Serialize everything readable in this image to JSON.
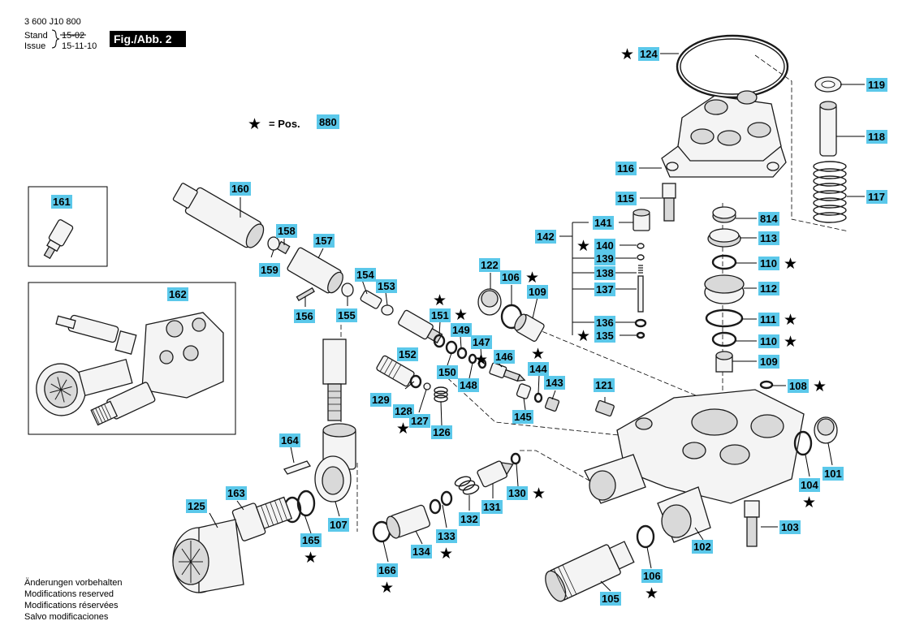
{
  "header": {
    "doc_number": "3 600 J10 800",
    "stand_label": "Stand",
    "stand_value": "15-02",
    "issue_label": "Issue",
    "issue_value": "15-11-10",
    "fig_label": "Fig./Abb. 2"
  },
  "legend": {
    "star_symbol": "★",
    "equals_text": "=  Pos.",
    "pos_number": "880"
  },
  "footer": {
    "lines": [
      "Änderungen vorbehalten",
      "Modifications reserved",
      "Modifications réservées",
      "Salvo modificaciones"
    ]
  },
  "part_labels": [
    {
      "id": "124",
      "starred": true
    },
    {
      "id": "119",
      "starred": false
    },
    {
      "id": "118",
      "starred": false
    },
    {
      "id": "117",
      "starred": false
    },
    {
      "id": "116",
      "starred": false
    },
    {
      "id": "115",
      "starred": false
    },
    {
      "id": "814",
      "starred": false
    },
    {
      "id": "113",
      "starred": false
    },
    {
      "id": "110",
      "starred": true
    },
    {
      "id": "112",
      "starred": false
    },
    {
      "id": "111",
      "starred": true
    },
    {
      "id": "110",
      "starred": true
    },
    {
      "id": "109",
      "starred": false
    },
    {
      "id": "108",
      "starred": true
    },
    {
      "id": "141",
      "starred": false
    },
    {
      "id": "142",
      "starred": false
    },
    {
      "id": "140",
      "starred": true
    },
    {
      "id": "139",
      "starred": false
    },
    {
      "id": "138",
      "starred": false
    },
    {
      "id": "137",
      "starred": false
    },
    {
      "id": "136",
      "starred": false
    },
    {
      "id": "135",
      "starred": true
    },
    {
      "id": "160",
      "starred": false
    },
    {
      "id": "161",
      "starred": false
    },
    {
      "id": "158",
      "starred": false
    },
    {
      "id": "157",
      "starred": false
    },
    {
      "id": "159",
      "starred": false
    },
    {
      "id": "162",
      "starred": false
    },
    {
      "id": "154",
      "starred": false
    },
    {
      "id": "153",
      "starred": false
    },
    {
      "id": "156",
      "starred": false
    },
    {
      "id": "155",
      "starred": false
    },
    {
      "id": "122",
      "starred": false
    },
    {
      "id": "106",
      "starred": true
    },
    {
      "id": "109",
      "starred": false
    },
    {
      "id": "151",
      "starred": true
    },
    {
      "id": "149",
      "starred": true
    },
    {
      "id": "147",
      "starred": true
    },
    {
      "id": "152",
      "starred": false
    },
    {
      "id": "150",
      "starred": false
    },
    {
      "id": "148",
      "starred": false
    },
    {
      "id": "146",
      "starred": false
    },
    {
      "id": "144",
      "starred": true
    },
    {
      "id": "143",
      "starred": false
    },
    {
      "id": "129",
      "starred": false
    },
    {
      "id": "128",
      "starred": true
    },
    {
      "id": "127",
      "starred": false
    },
    {
      "id": "126",
      "starred": false
    },
    {
      "id": "145",
      "starred": false
    },
    {
      "id": "121",
      "starred": false
    },
    {
      "id": "164",
      "starred": false
    },
    {
      "id": "163",
      "starred": false
    },
    {
      "id": "125",
      "starred": false
    },
    {
      "id": "165",
      "starred": true
    },
    {
      "id": "107",
      "starred": false
    },
    {
      "id": "130",
      "starred": true
    },
    {
      "id": "131",
      "starred": false
    },
    {
      "id": "132",
      "starred": false
    },
    {
      "id": "133",
      "starred": true
    },
    {
      "id": "134",
      "starred": false
    },
    {
      "id": "166",
      "starred": true
    },
    {
      "id": "104",
      "starred": true
    },
    {
      "id": "101",
      "starred": false
    },
    {
      "id": "103",
      "starred": false
    },
    {
      "id": "102",
      "starred": false
    },
    {
      "id": "106",
      "starred": true
    },
    {
      "id": "105",
      "starred": false
    }
  ],
  "colors": {
    "label_fill": "#5bc8ea",
    "line": "#000000"
  }
}
